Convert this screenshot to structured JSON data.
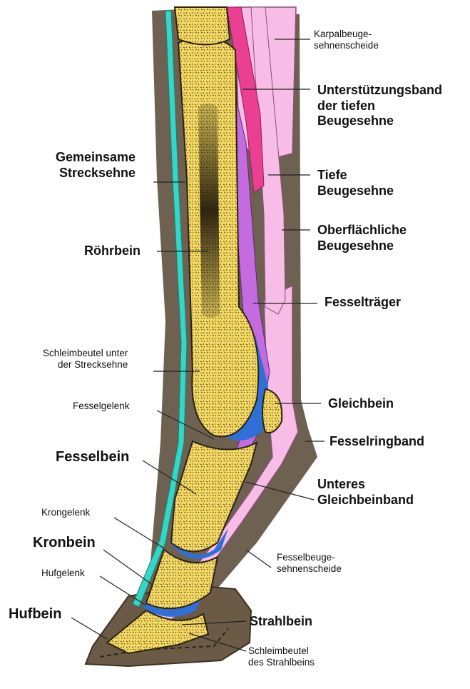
{
  "diagram": {
    "colors": {
      "skin": "#6e6152",
      "bone": "#f3d863",
      "bone_texture": "#3a2e10",
      "joint": "#2f6fd6",
      "extensor_tendon": "#35d6c6",
      "deep_flexor": "#ea3f93",
      "superficial_flexor": "#c46be0",
      "suspensory": "#9b4fcc",
      "sheath": "#f7bde6",
      "hoof": "#6b5a45"
    },
    "labels": {
      "karpalbeuge": [
        "Karpalbeuge-",
        "sehnenscheide"
      ],
      "unterstuetzungsband": [
        "Unterstützungsband",
        "der tiefen",
        "Beugesehne"
      ],
      "tiefe_beugesehne": [
        "Tiefe",
        "Beugesehne"
      ],
      "oberflaechliche": [
        "Oberflächliche",
        "Beugesehne"
      ],
      "fesseltraeger": "Fesselträger",
      "gleichbein": "Gleichbein",
      "fesselringband": "Fesselringband",
      "unteres_gleichbeinband": [
        "Unteres",
        "Gleichbeinband"
      ],
      "fesselbeuge": [
        "Fesselbeuge-",
        "sehnenscheide"
      ],
      "strahlbein": "Strahlbein",
      "schleimbeutel_strahlbein": [
        "Schleimbeutel",
        "des Strahlbeins"
      ],
      "gemeinsame_strecksehne": [
        "Gemeinsame",
        "Strecksehne"
      ],
      "roehrbein": "Röhrbein",
      "schleimbeutel_strecksehne": [
        "Schleimbeutel unter",
        "der Strecksehne"
      ],
      "fesselgelenk": "Fesselgelenk",
      "fesselbein": "Fesselbein",
      "krongelenk": "Krongelenk",
      "kronbein": "Kronbein",
      "hufgelenk": "Hufgelenk",
      "hufbein": "Hufbein"
    }
  }
}
